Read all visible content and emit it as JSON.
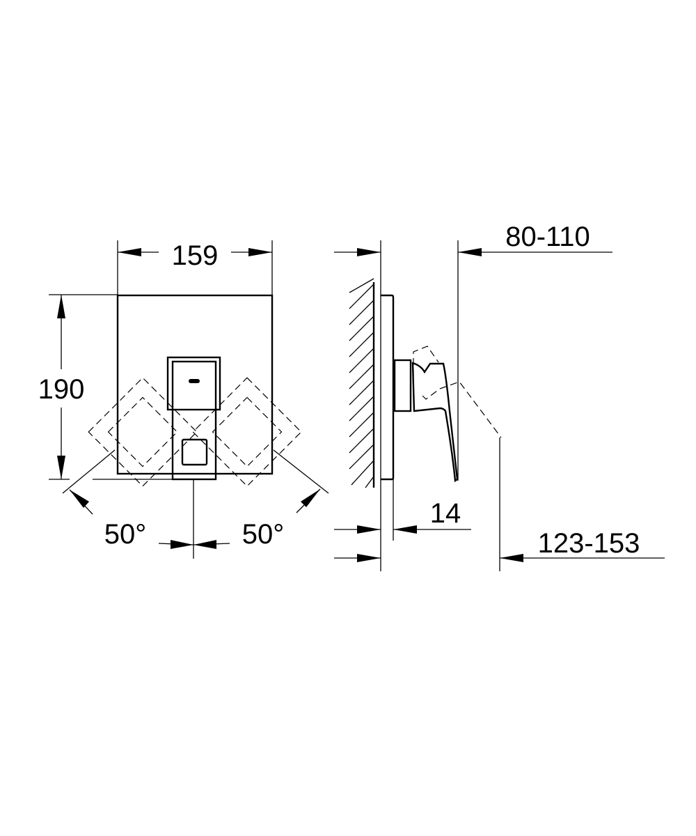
{
  "front_view": {
    "width_dim": "159",
    "height_dim": "190",
    "angle_left": "50°",
    "angle_right": "50°"
  },
  "side_view": {
    "projection_dim": "80-110",
    "plate_dim": "14",
    "depth_dim": "123-153"
  },
  "colors": {
    "line": "#000000",
    "background": "#ffffff"
  }
}
